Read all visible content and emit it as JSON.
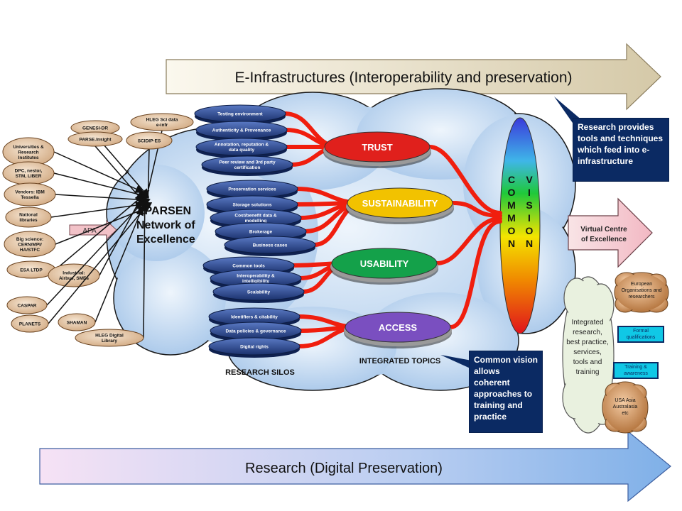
{
  "arrows": {
    "top": "E-Infrastructures (Interoperability and preservation)",
    "bottom": "Research (Digital Preservation)",
    "virtual_centre": "Virtual Centre of Excellence",
    "apa": "APA"
  },
  "centre": "APARSEN Network of Excellence",
  "stakeholders": [
    "Universities & Research Institutes",
    "DPC, nestor, STM, LIBER",
    "Vendors: IBM Tessella",
    "National libraries",
    "Big science: CERN/MPI/ HA/STFC",
    "ESA LTDP",
    "Industrial: Airbus, SMEs",
    "CASPAR",
    "PLANETS",
    "SHAMAN",
    "HLEG Digital Library",
    "GENESI-DR",
    "PARSE.Insight",
    "HLEG Sci data e-infr",
    "SCIDIP-ES"
  ],
  "silo_groups": [
    {
      "topic": "TRUST",
      "color": "#e0201c",
      "items": [
        "Testing environment",
        "Authenticity & Provenance",
        "Annotation, reputation & data quality",
        "Peer review and 3rd party certification"
      ]
    },
    {
      "topic": "SUSTAINABILITY",
      "color": "#f2c200",
      "items": [
        "Preservation services",
        "Storage solutions",
        "Cost/benefit data & modelling",
        "Brokerage",
        "Business cases"
      ]
    },
    {
      "topic": "USABILITY",
      "color": "#14a14a",
      "items": [
        "Common tools",
        "Interoperability & intelligibility",
        "Scalability"
      ]
    },
    {
      "topic": "ACCESS",
      "color": "#7a4fc0",
      "items": [
        "Identifiers & citability",
        "Data policies & governance",
        "Digital rights"
      ]
    }
  ],
  "labels": {
    "research_silos": "RESEARCH SILOS",
    "integrated_topics": "INTEGRATED TOPICS",
    "common_vision_letters": [
      "C",
      "O",
      "M",
      "M",
      "O",
      "N",
      "V",
      "I",
      "S",
      "I",
      "O",
      "N"
    ]
  },
  "callouts": {
    "research_tools": "Research provides tools and techniques which feed into e-infrastructure",
    "common_vision": "Common vision allows coherent approaches to training and practice"
  },
  "integrated_research": "Integrated research, best practice, services, tools and training",
  "partners": {
    "european": "European Organisations and researchers",
    "usa": "USA Asia Australasia etc",
    "formal": "Formal qualifications",
    "training": "Training & awareness"
  },
  "colors": {
    "arrow_top_start": "#f7f2e2",
    "arrow_top_end": "#d9ceb0",
    "arrow_bottom_start": "#f3dcf2",
    "arrow_bottom_end": "#8ab7ea",
    "cloud": "#c6ddf3",
    "stakeholder_oval": "#e3c8a8",
    "red_arrows": "#f01e0e",
    "silo_disc": "#1f3f85",
    "navy_box": "#0b2a63"
  }
}
